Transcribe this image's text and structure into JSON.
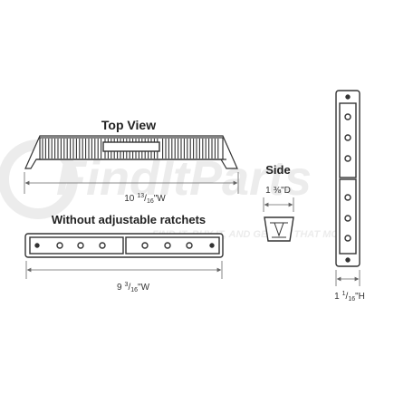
{
  "watermark": {
    "brand_text": "FindItParts",
    "tagline_text": "FIND IT, BUY IT, AND GET ON THAT MOVE",
    "color": "#e8e8e8"
  },
  "views": {
    "top_view_title": "Top View",
    "top_view_width": {
      "whole": "10",
      "num": "13",
      "den": "16",
      "unit": "\"W"
    },
    "side_title": "Side",
    "side_depth": {
      "whole": "1",
      "frac": "⅜",
      "unit": "\"D"
    },
    "without_ratchets_title": "Without adjustable ratchets",
    "bottom_width": {
      "whole": "9",
      "num": "3",
      "den": "16",
      "unit": "\"W"
    },
    "height": {
      "whole": "1",
      "num": "1",
      "den": "16",
      "unit": "\"H"
    }
  },
  "colors": {
    "line": "#333333",
    "dim_line": "#666666",
    "fill": "#ffffff"
  }
}
